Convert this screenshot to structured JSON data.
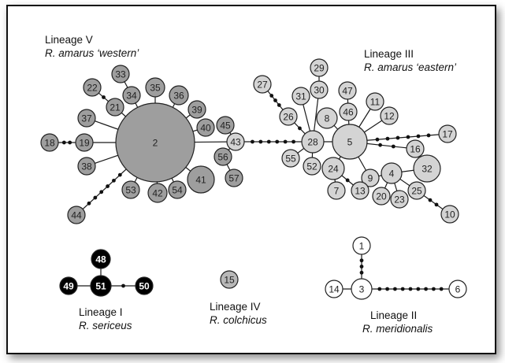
{
  "colors": {
    "lineage_v": "#9e9e9e",
    "lineage_iii": "#d4d4d4",
    "lineage_i": "#000000",
    "lineage_iv": "#b8b8b8",
    "lineage_ii": "#ffffff",
    "node_stroke": "#222222"
  },
  "labels": {
    "lineage_v": {
      "name": "Lineage V",
      "species": "R. amarus ‘western’"
    },
    "lineage_iii": {
      "name": "Lineage III",
      "species": "R. amarus ‘eastern’"
    },
    "lineage_i": {
      "name": "Lineage I",
      "species": "R. sericeus"
    },
    "lineage_iv": {
      "name": "Lineage IV",
      "species": "R. colchicus"
    },
    "lineage_ii": {
      "name": "Lineage II",
      "species": "R. meridionalis"
    }
  },
  "haplotypes": {
    "lineage_v": [
      "2",
      "18",
      "19",
      "21",
      "22",
      "33",
      "34",
      "35",
      "36",
      "37",
      "38",
      "39",
      "40",
      "41",
      "42",
      "44",
      "45",
      "53",
      "54",
      "56",
      "57"
    ],
    "lineage_iii": [
      "4",
      "5",
      "7",
      "8",
      "9",
      "10",
      "11",
      "12",
      "13",
      "16",
      "17",
      "20",
      "23",
      "24",
      "25",
      "26",
      "27",
      "28",
      "29",
      "30",
      "31",
      "32",
      "43",
      "46",
      "47",
      "52",
      "55"
    ],
    "lineage_i": [
      "48",
      "49",
      "50",
      "51"
    ],
    "lineage_iv": [
      "15"
    ],
    "lineage_ii": [
      "1",
      "3",
      "6",
      "14"
    ]
  }
}
